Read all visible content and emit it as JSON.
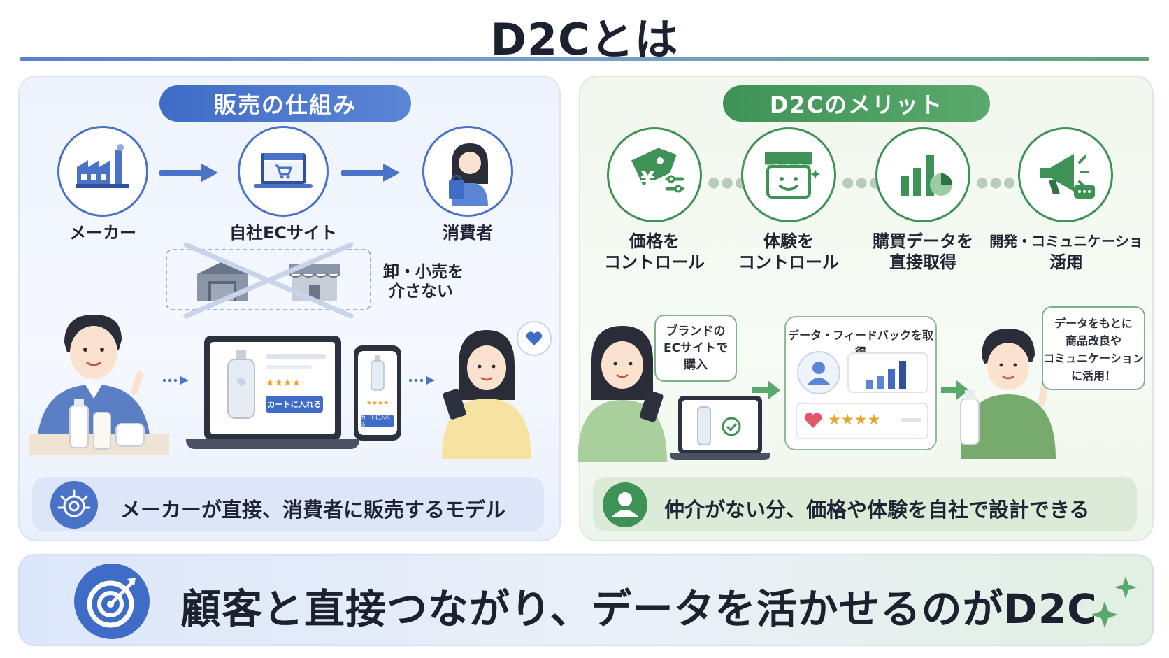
{
  "title": "D2Cとは",
  "left": {
    "heading": "販売の仕組み",
    "flow": [
      {
        "label": "メーカー",
        "icon": "factory-icon"
      },
      {
        "label": "自社ECサイト",
        "icon": "ec-storefront-laptop-icon"
      },
      {
        "label": "消費者",
        "icon": "shopper-icon"
      }
    ],
    "bypass_note_line1": "卸・小売を",
    "bypass_note_line2": "介さない",
    "laptop_button": "カートに入れる",
    "phone_button": "カートに入れる",
    "rating_stars": "★★★★",
    "summary": "メーカーが直接、消費者に販売するモデル"
  },
  "right": {
    "heading": "D2Cのメリット",
    "merits": [
      {
        "line1": "価格を",
        "line2": "コントロール",
        "icon": "price-tag-icon"
      },
      {
        "line1": "体験を",
        "line2": "コントロール",
        "icon": "smiling-store-icon"
      },
      {
        "line1": "購買データを",
        "line2": "直接取得",
        "icon": "analytics-chart-icon"
      },
      {
        "line1": "開発・コミュニケーションに",
        "line2": "活用",
        "icon": "megaphone-icon"
      }
    ],
    "bubble_customer_line1": "ブランドの",
    "bubble_customer_line2": "ECサイトで",
    "bubble_customer_line3": "購入",
    "feedback_title": "データ・フィードバックを取得",
    "feedback_stars": "★★★★",
    "bubble_maker_line1": "データをもとに",
    "bubble_maker_line2": "商品改良や",
    "bubble_maker_line3": "コミュニケーション",
    "bubble_maker_line4": "に活用！",
    "summary": "仲介がない分、価格や体験を自社で設計できる"
  },
  "conclusion": "顧客と直接つながり、データを活かせるのがD2C",
  "colors": {
    "blue": "#4a72c6",
    "green": "#3f9256",
    "dark": "#1c2130"
  }
}
